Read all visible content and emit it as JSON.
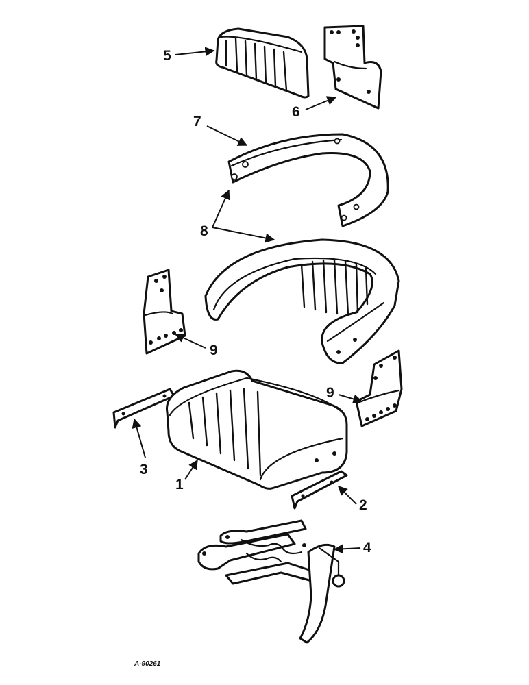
{
  "callouts": {
    "c1": "1",
    "c2": "2",
    "c3": "3",
    "c4": "4",
    "c5": "5",
    "c6": "6",
    "c7": "7",
    "c8": "8",
    "c9a": "9",
    "c9b": "9"
  },
  "drawing_number": "A-90261",
  "colors": {
    "line": "#111111",
    "background": "#ffffff"
  }
}
